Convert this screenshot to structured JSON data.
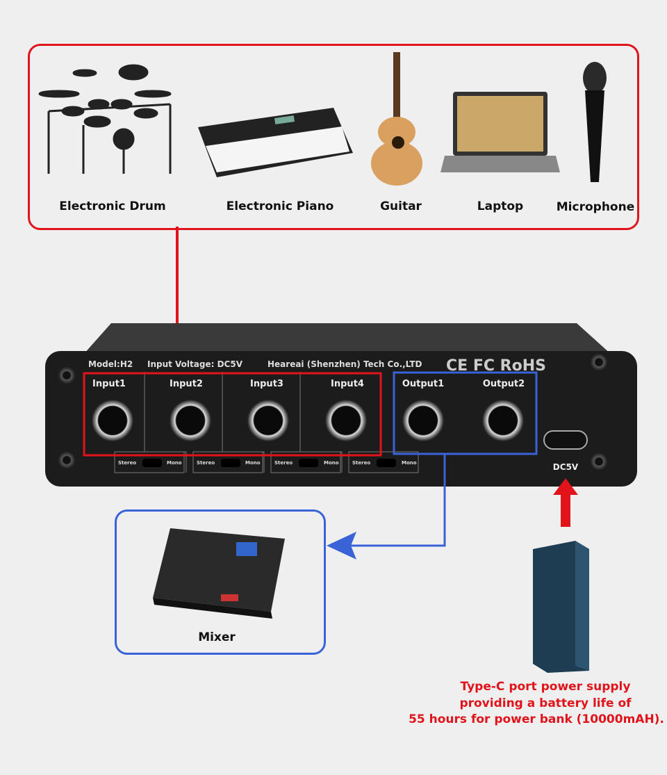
{
  "sources": {
    "items": [
      {
        "label": "Electronic Drum",
        "icon": "drum-kit-icon"
      },
      {
        "label": "Electronic Piano",
        "icon": "keyboard-icon"
      },
      {
        "label": "Guitar",
        "icon": "guitar-icon"
      },
      {
        "label": "Laptop",
        "icon": "laptop-icon"
      },
      {
        "label": "Microphone",
        "icon": "microphone-icon"
      }
    ]
  },
  "device": {
    "model": "Model:H2",
    "voltage": "Input Voltage: DC5V",
    "maker": "Heareai (Shenzhen) Tech Co.,LTD",
    "certs": "CE FC RoHS",
    "inputs": [
      "Input1",
      "Input2",
      "Input3",
      "Input4"
    ],
    "outputs": [
      "Output1",
      "Output2"
    ],
    "switch_left": "Stereo",
    "switch_right": "Mono",
    "power_port": "DC5V"
  },
  "mixer": {
    "label": "Mixer"
  },
  "power_note": [
    "Type-C port power supply",
    "providing a battery life of",
    "55 hours for power bank (10000mAH)."
  ],
  "colors": {
    "red": "#e0141a",
    "blue": "#3a63d8",
    "panel": "#1c1c1c"
  }
}
